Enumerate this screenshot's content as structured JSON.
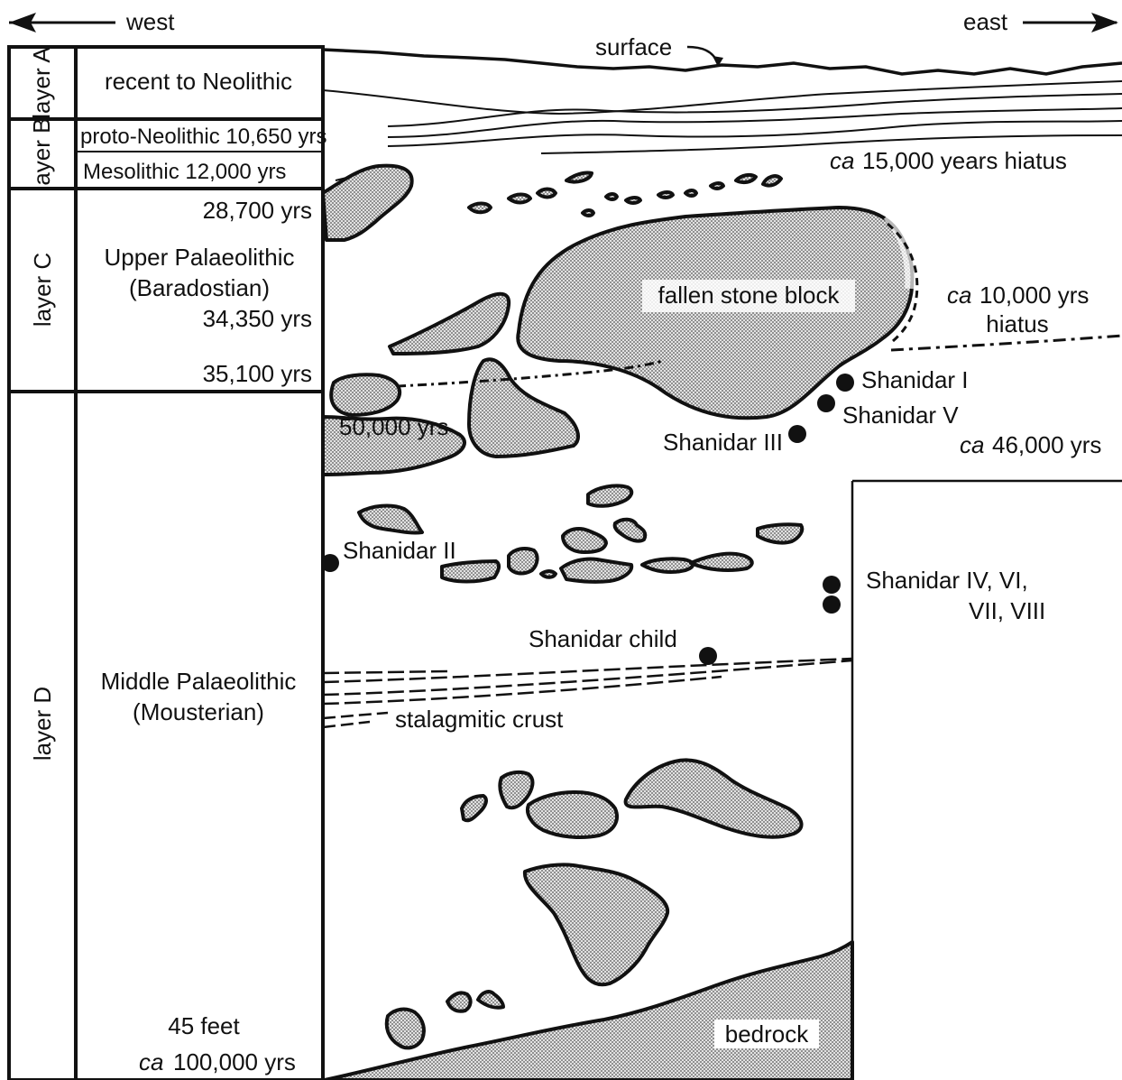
{
  "direction": {
    "west": "west",
    "east": "east"
  },
  "column": {
    "layer_a": {
      "label": "layer A",
      "period": "recent to Neolithic"
    },
    "layer_b": {
      "label": "layer B",
      "period_1": "proto-Neolithic 10,650 yrs",
      "period_2": "Mesolithic 12,000 yrs"
    },
    "layer_c": {
      "label": "layer C",
      "date_top": "28,700 yrs",
      "period_line1": "Upper Palaeolithic",
      "period_line2": "(Baradostian)",
      "date_mid": "34,350 yrs",
      "date_bottom": "35,100 yrs"
    },
    "layer_d": {
      "label": "layer D",
      "period_line1": "Middle Palaeolithic",
      "period_line2": "(Mousterian)",
      "depth": "45 feet",
      "date_bottom_ca": "ca",
      "date_bottom": "100,000 yrs"
    }
  },
  "labels": {
    "surface": "surface",
    "hiatus_top_ca": "ca",
    "hiatus_top": "15,000 years hiatus",
    "hiatus_mid_ca": "ca",
    "hiatus_mid_line1": "10,000 yrs",
    "hiatus_mid_line2": "hiatus",
    "fallen_block": "fallen stone block",
    "date_50000": "50,000 yrs",
    "date_46000_ca": "ca",
    "date_46000": "46,000 yrs",
    "stalagmitic_crust": "stalagmitic crust",
    "bedrock": "bedrock"
  },
  "burials": {
    "shanidar_1": "Shanidar I",
    "shanidar_2": "Shanidar II",
    "shanidar_3": "Shanidar III",
    "shanidar_5": "Shanidar V",
    "shanidar_4_line1": "Shanidar IV, VI,",
    "shanidar_4_line2": "VII, VIII",
    "shanidar_child": "Shanidar child"
  }
}
